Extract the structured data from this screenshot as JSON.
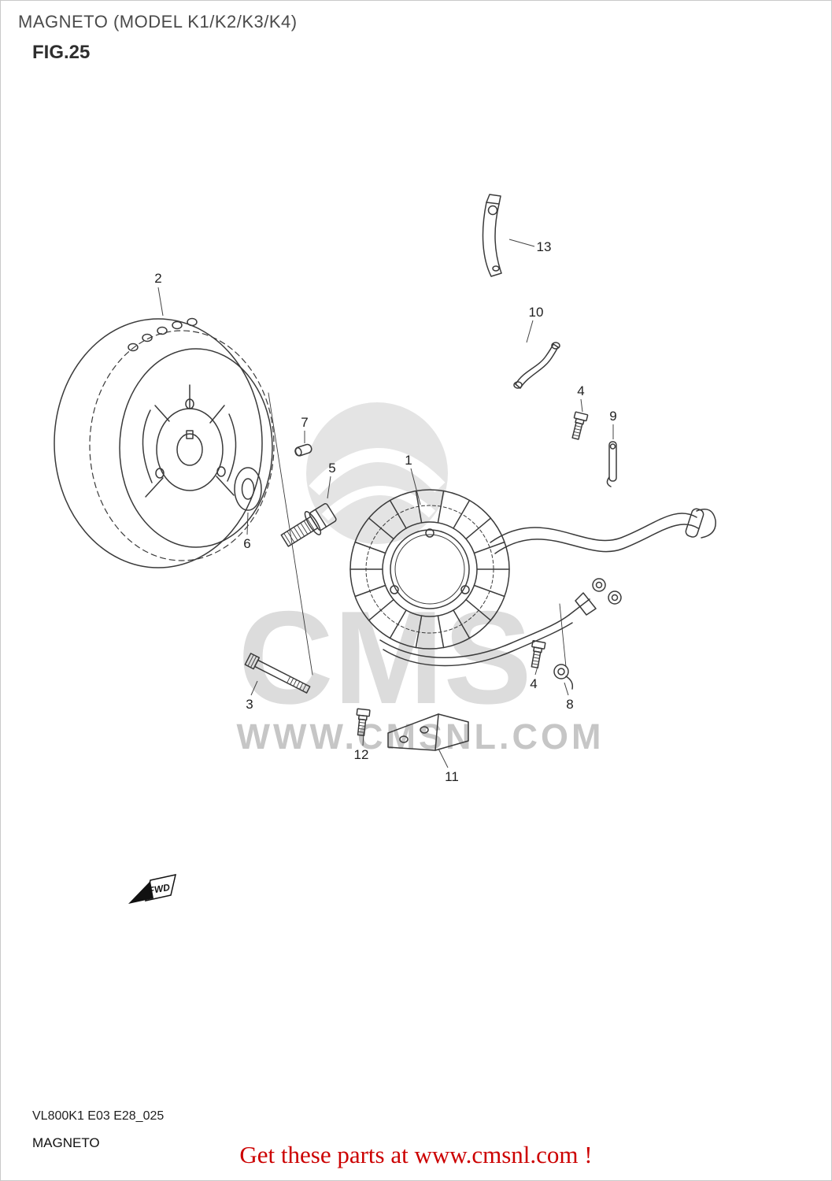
{
  "header": {
    "title": "MAGNETO (MODEL K1/K2/K3/K4)",
    "figure": "FIG.25"
  },
  "watermark": {
    "logo": "CMS",
    "site": "WWW.CMSNL.COM"
  },
  "diagram": {
    "fwd_label": "FWD",
    "callouts": [
      {
        "part": "flywheel-rotor",
        "label": "2"
      },
      {
        "part": "band-strap",
        "label": "13"
      },
      {
        "part": "wire-bracket",
        "label": "10"
      },
      {
        "part": "bolt-upper",
        "label": "4"
      },
      {
        "part": "hook-clip",
        "label": "9"
      },
      {
        "part": "woodruff-key",
        "label": "7"
      },
      {
        "part": "rotor-bolt",
        "label": "5"
      },
      {
        "part": "stator",
        "label": "1"
      },
      {
        "part": "washer",
        "label": "6"
      },
      {
        "part": "long-bolt",
        "label": "3"
      },
      {
        "part": "bolt-lower",
        "label": "4"
      },
      {
        "part": "wire-clamp",
        "label": "8"
      },
      {
        "part": "screw",
        "label": "12"
      },
      {
        "part": "bracket-plate",
        "label": "11"
      }
    ]
  },
  "footer": {
    "code": "VL800K1 E03 E28_025",
    "name": "MAGNETO",
    "promo": "Get these parts at www.cmsnl.com !"
  }
}
